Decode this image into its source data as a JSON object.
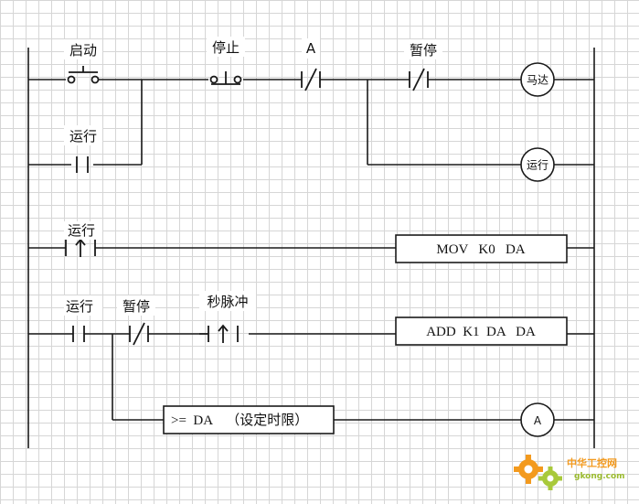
{
  "labels": {
    "start": "启动",
    "stop": "停止",
    "a_contact": "A",
    "pause_top": "暂停",
    "run_hold": "运行",
    "run_rise": "运行",
    "run_r3": "运行",
    "pause_r3": "暂停",
    "second_pulse": "秒脉冲"
  },
  "coils": {
    "motor": "马达",
    "run": "运行",
    "a": "A"
  },
  "instructions": {
    "mov": "MOV   K0   DA",
    "add": "ADD  K1  DA   DA",
    "compare": ">=  DA    （设定时限）"
  },
  "watermark": {
    "site_cn": "中华工控网",
    "site_url": "gkong.com",
    "color_orange": "#f39a1e",
    "color_green": "#a8c93a"
  }
}
